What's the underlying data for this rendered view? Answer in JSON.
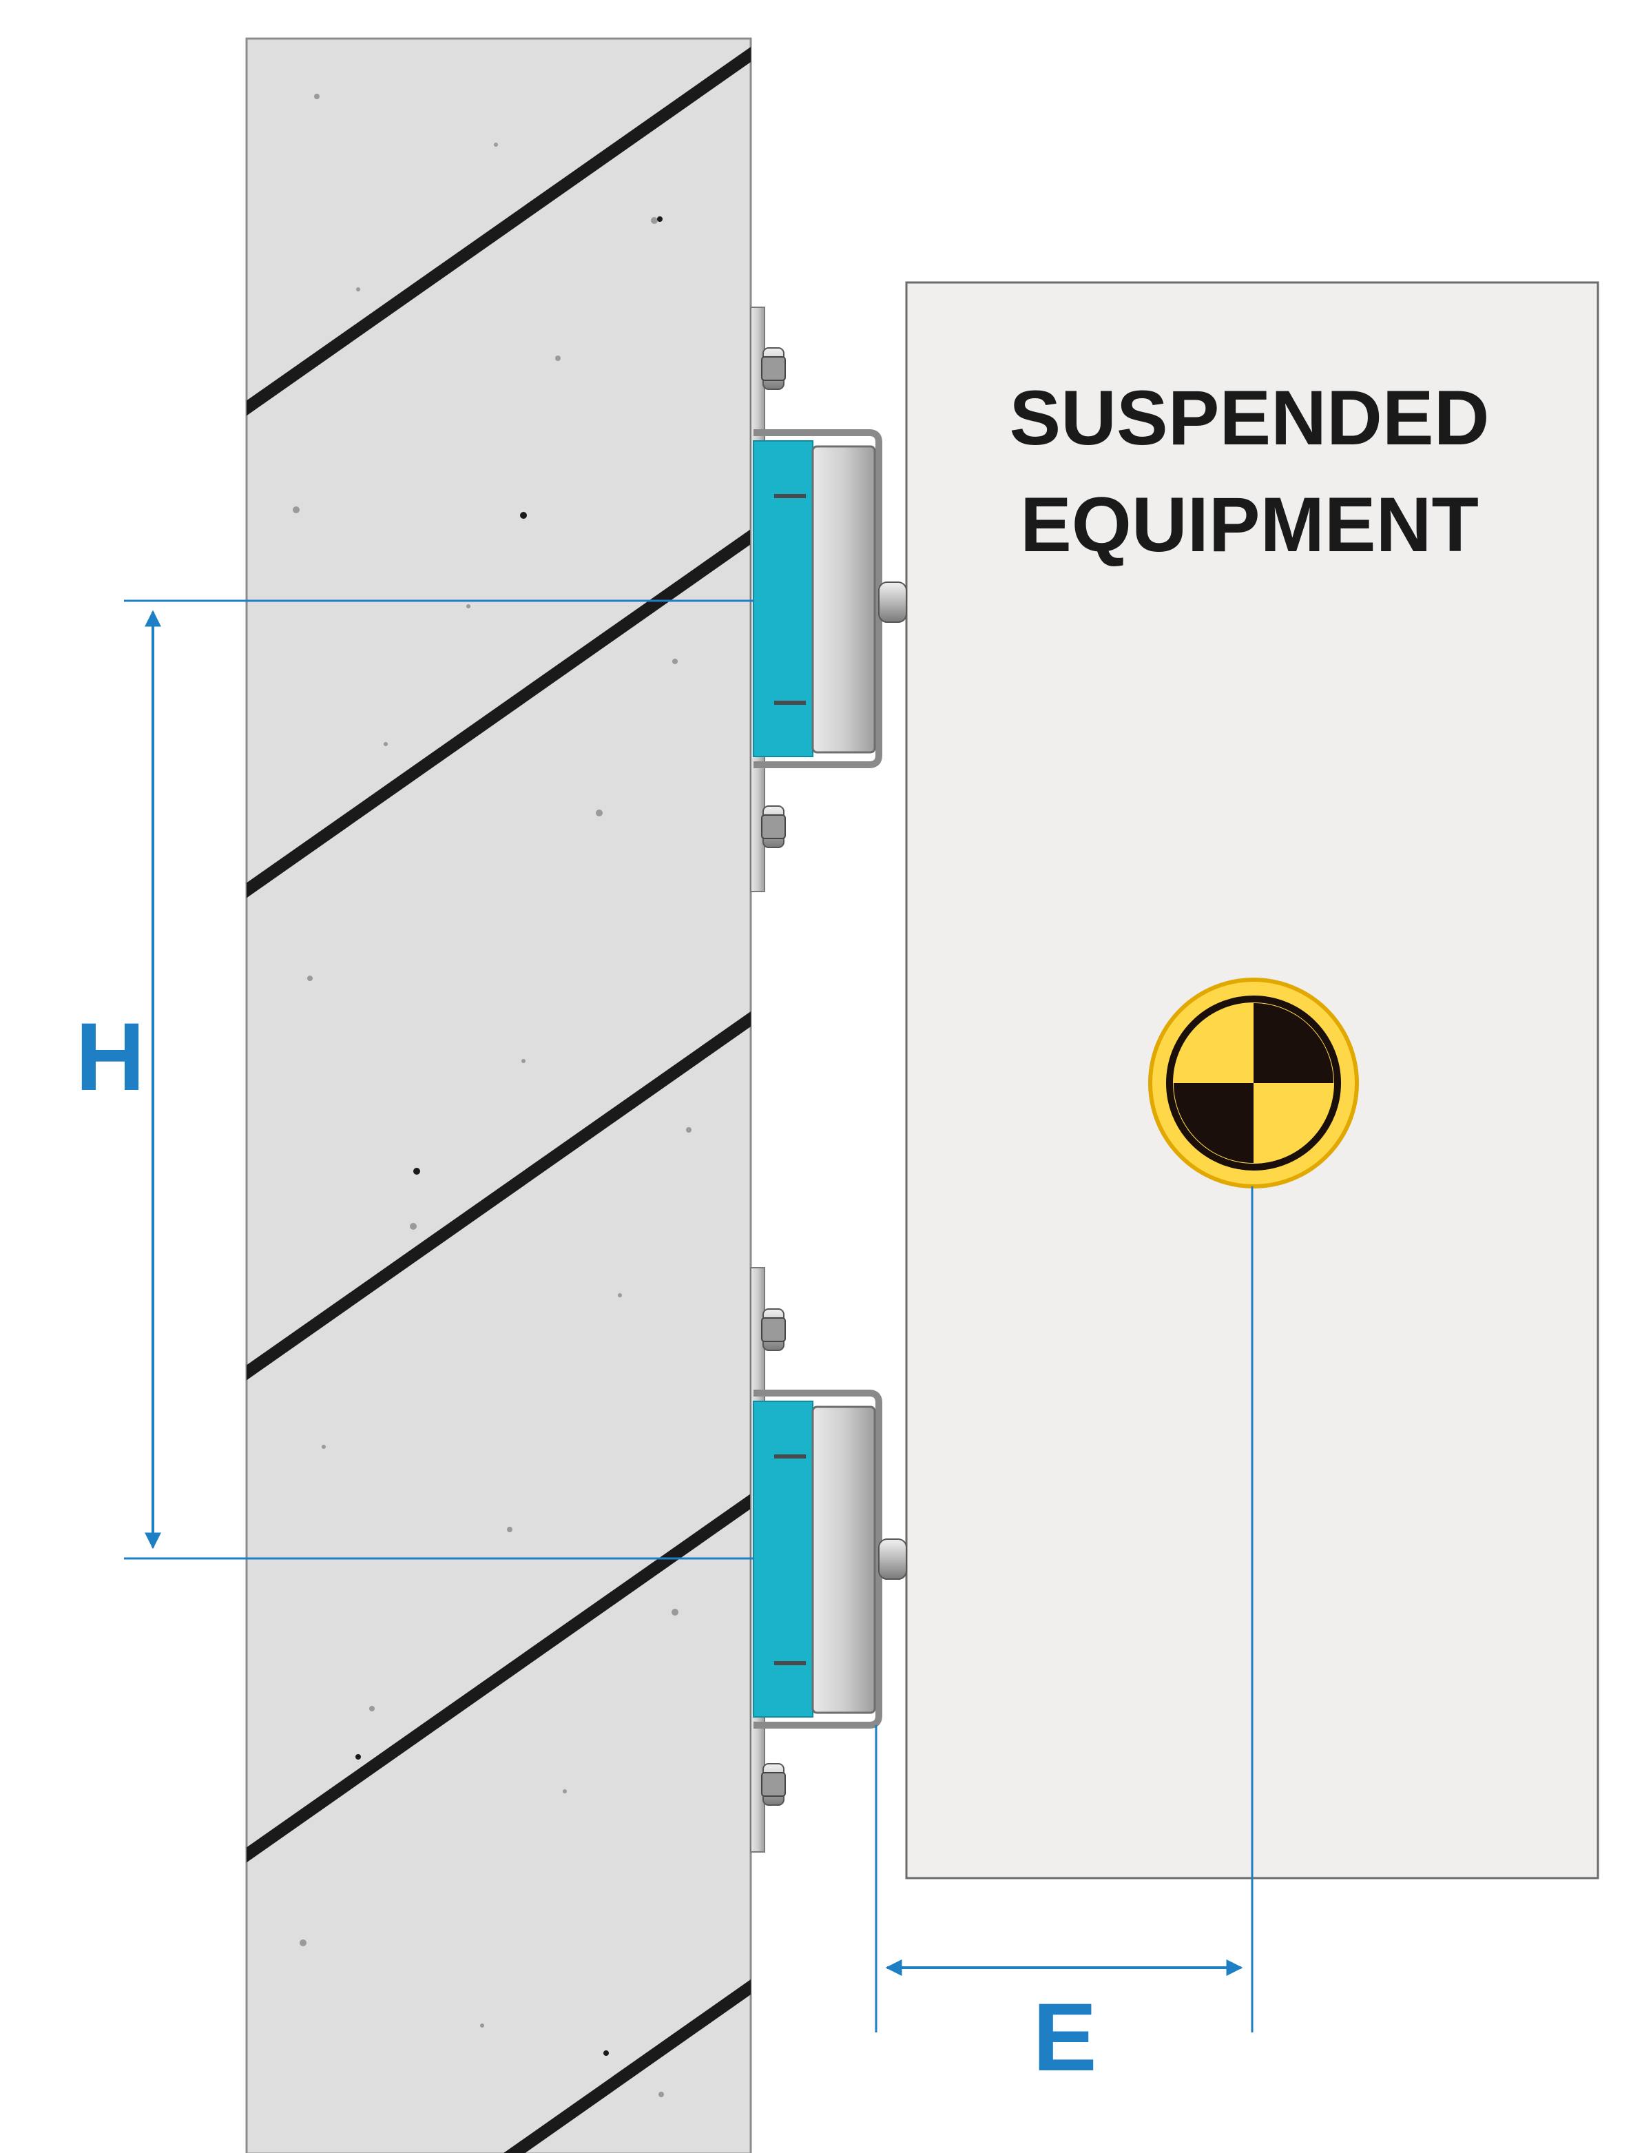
{
  "equipment": {
    "label_line1": "SUSPENDED",
    "label_line2": "EQUIPMENT"
  },
  "dimensions": {
    "height_label": "H",
    "eccentricity_label": "E"
  },
  "colors": {
    "dimension_blue": "#1f7fc4",
    "pad_cyan": "#1ab3c9",
    "wall_concrete": "#dedede",
    "wall_stripe": "#1a1a1a",
    "equipment_fill": "#f0efee",
    "cg_yellow": "#ffd84a",
    "cg_black": "#1a0f0a"
  },
  "icons": {
    "center_of_gravity": "center-of-gravity-icon"
  }
}
